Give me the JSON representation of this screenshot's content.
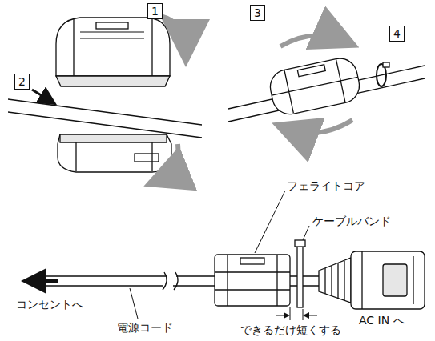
{
  "diagram": {
    "labels": [
      "1",
      "2",
      "3",
      "4",
      "フェライトコア",
      "ケーブルバンド",
      "コンセントへ",
      "AC IN へ",
      "電源コード",
      "できるだけ短くする"
    ]
  }
}
